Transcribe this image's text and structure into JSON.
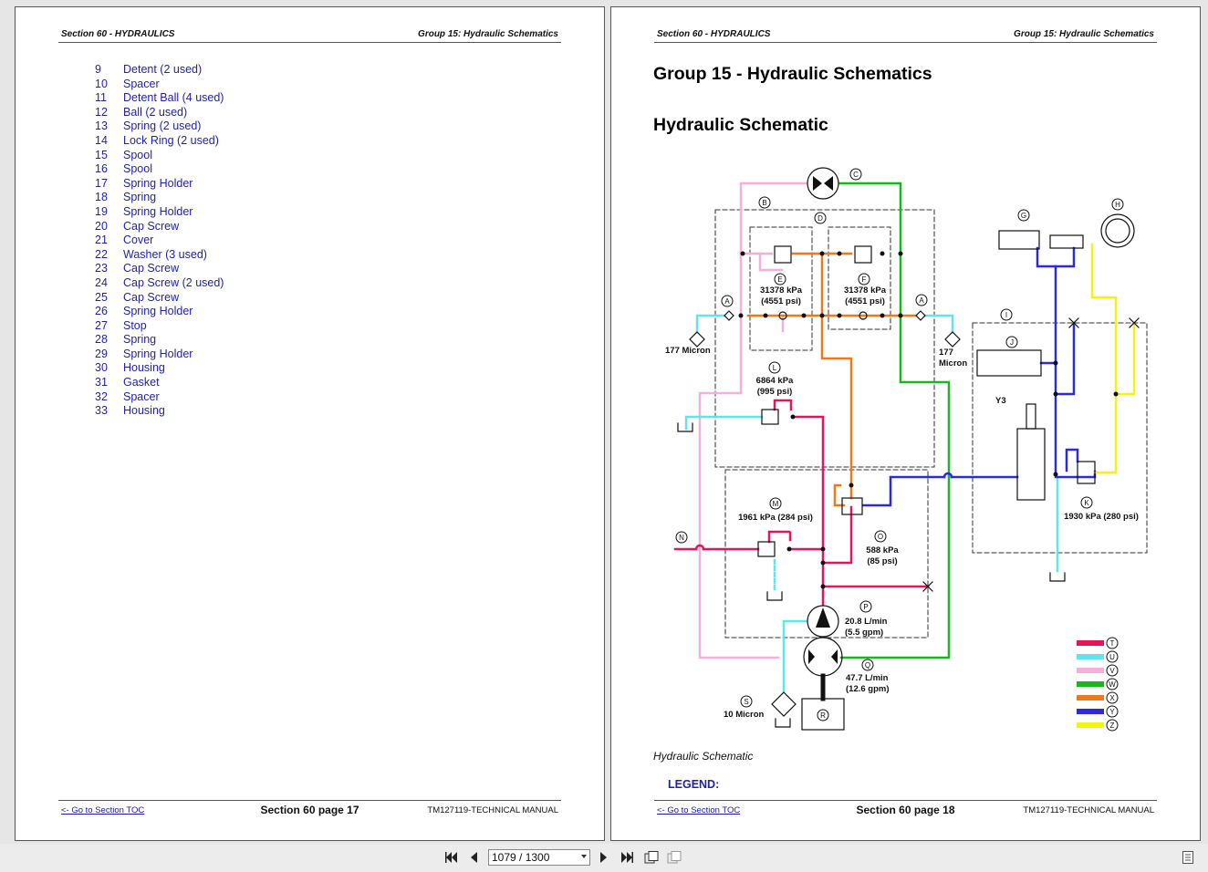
{
  "left_page": {
    "header_left": "Section 60 - HYDRAULICS",
    "header_right": "Group 15: Hydraulic Schematics",
    "parts": [
      {
        "num": "9",
        "desc": "Detent (2 used)"
      },
      {
        "num": "10",
        "desc": "Spacer"
      },
      {
        "num": "11",
        "desc": "Detent Ball (4 used)"
      },
      {
        "num": "12",
        "desc": "Ball (2 used)"
      },
      {
        "num": "13",
        "desc": "Spring (2 used)"
      },
      {
        "num": "14",
        "desc": "Lock Ring (2 used)"
      },
      {
        "num": "15",
        "desc": "Spool"
      },
      {
        "num": "16",
        "desc": "Spool"
      },
      {
        "num": "17",
        "desc": "Spring Holder"
      },
      {
        "num": "18",
        "desc": "Spring"
      },
      {
        "num": "19",
        "desc": "Spring Holder"
      },
      {
        "num": "20",
        "desc": "Cap Screw"
      },
      {
        "num": "21",
        "desc": "Cover"
      },
      {
        "num": "22",
        "desc": "Washer (3 used)"
      },
      {
        "num": "23",
        "desc": "Cap Screw"
      },
      {
        "num": "24",
        "desc": "Cap Screw (2 used)"
      },
      {
        "num": "25",
        "desc": "Cap Screw"
      },
      {
        "num": "26",
        "desc": "Spring Holder"
      },
      {
        "num": "27",
        "desc": "Stop"
      },
      {
        "num": "28",
        "desc": "Spring"
      },
      {
        "num": "29",
        "desc": "Spring Holder"
      },
      {
        "num": "30",
        "desc": "Housing"
      },
      {
        "num": "31",
        "desc": "Gasket"
      },
      {
        "num": "32",
        "desc": "Spacer"
      },
      {
        "num": "33",
        "desc": "Housing"
      }
    ],
    "footer_toc": "<- Go to Section TOC",
    "footer_page": "Section 60 page 17",
    "footer_manual": "TM127119-TECHNICAL MANUAL"
  },
  "right_page": {
    "header_left": "Section 60 - HYDRAULICS",
    "header_right": "Group 15: Hydraulic Schematics",
    "title": "Group 15 - Hydraulic Schematics",
    "subtitle": "Hydraulic Schematic",
    "caption": "Hydraulic Schematic",
    "legend_title": "LEGEND:",
    "footer_toc": "<- Go to Section TOC",
    "footer_page": "Section 60 page 18",
    "footer_manual": "TM127119-TECHNICAL MANUAL"
  },
  "schematic": {
    "callouts": [
      "A",
      "B",
      "C",
      "D",
      "E",
      "F",
      "G",
      "H",
      "I",
      "J",
      "K",
      "L",
      "M",
      "N",
      "O",
      "P",
      "Q",
      "R",
      "S"
    ],
    "labels": {
      "E_pressure": "31378 kPa",
      "E_psi": "(4551 psi)",
      "F_pressure": "31378 kPa",
      "F_psi": "(4551 psi)",
      "L_pressure": "6864 kPa",
      "L_psi": "(995 psi)",
      "M_pressure": "1961 kPa (284 psi)",
      "O_pressure": "588 kPa",
      "O_psi": "(85 psi)",
      "K_pressure": "1930 kPa (280 psi)",
      "P_flow": "20.8 L/min",
      "P_gpm": "(5.5 gpm)",
      "Q_flow": "47.7 L/min",
      "Q_gpm": "(12.6 gpm)",
      "filter_left": "177 Micron",
      "filter_right_a": "177",
      "filter_right_b": "Micron",
      "filter_suction": "10 Micron",
      "solenoid": "Y3"
    },
    "line_colors": {
      "T": "#e8145a",
      "U": "#5ee6f0",
      "V": "#f4b0d8",
      "W": "#16b81c",
      "X": "#f07818",
      "Y": "#2a2ae0",
      "Z": "#f4f414"
    },
    "legend_keys": [
      "T",
      "U",
      "V",
      "W",
      "X",
      "Y",
      "Z"
    ]
  },
  "toolbar": {
    "page_display": "1079 / 1300",
    "icons": [
      "first-page-icon",
      "prev-page-icon",
      "next-page-icon",
      "last-page-icon",
      "fit-page-icon",
      "two-page-icon",
      "document-icon"
    ]
  }
}
